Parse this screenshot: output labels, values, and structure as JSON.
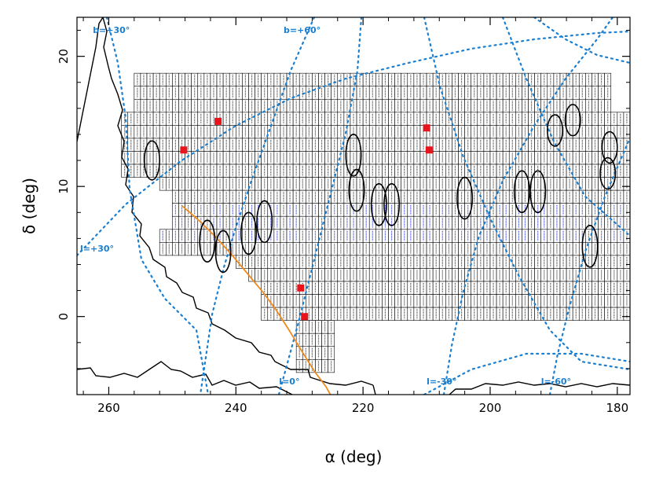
{
  "chart_data": {
    "type": "scatter",
    "xlabel": "α (deg)",
    "ylabel": "δ (deg)",
    "xlim": [
      265,
      178
    ],
    "ylim": [
      -6,
      23
    ],
    "xticks": [
      260,
      240,
      220,
      200,
      180
    ],
    "yticks": [
      0,
      10,
      20
    ],
    "x_tick_labels": [
      "260",
      "240",
      "220",
      "200",
      "180"
    ],
    "y_tick_labels": [
      "0",
      "10",
      "20"
    ],
    "galactic_labels": [
      {
        "text": "b=+30°",
        "ra": 262.5,
        "dec": 21.8
      },
      {
        "text": "b=+60°",
        "ra": 232.5,
        "dec": 21.8
      },
      {
        "text": "l=+30°",
        "ra": 264.5,
        "dec": 5.0
      },
      {
        "text": "l=0°",
        "ra": 233.2,
        "dec": -5.2
      },
      {
        "text": "l=-30°",
        "ra": 210.0,
        "dec": -5.2
      },
      {
        "text": "l=-60°",
        "ra": 192.0,
        "dec": -5.2
      }
    ],
    "red_markers": [
      {
        "ra": 242.8,
        "dec": 15.0
      },
      {
        "ra": 248.2,
        "dec": 12.8
      },
      {
        "ra": 210.0,
        "dec": 14.5
      },
      {
        "ra": 209.6,
        "dec": 12.8
      },
      {
        "ra": 229.8,
        "dec": 2.2
      },
      {
        "ra": 229.2,
        "dec": 0.0
      }
    ],
    "ellipses": [
      {
        "ra": 253.2,
        "dec": 12.0,
        "rra": 1.2,
        "rdec": 1.5
      },
      {
        "ra": 244.5,
        "dec": 5.8,
        "rra": 1.2,
        "rdec": 1.6
      },
      {
        "ra": 242.0,
        "dec": 5.0,
        "rra": 1.2,
        "rdec": 1.6
      },
      {
        "ra": 238.0,
        "dec": 6.4,
        "rra": 1.2,
        "rdec": 1.6
      },
      {
        "ra": 235.5,
        "dec": 7.3,
        "rra": 1.2,
        "rdec": 1.6
      },
      {
        "ra": 221.5,
        "dec": 12.4,
        "rra": 1.2,
        "rdec": 1.6
      },
      {
        "ra": 221.0,
        "dec": 9.7,
        "rra": 1.2,
        "rdec": 1.6
      },
      {
        "ra": 217.5,
        "dec": 8.6,
        "rra": 1.2,
        "rdec": 1.6
      },
      {
        "ra": 215.5,
        "dec": 8.6,
        "rra": 1.2,
        "rdec": 1.6
      },
      {
        "ra": 204.0,
        "dec": 9.1,
        "rra": 1.2,
        "rdec": 1.6
      },
      {
        "ra": 195.0,
        "dec": 9.6,
        "rra": 1.2,
        "rdec": 1.6
      },
      {
        "ra": 192.5,
        "dec": 9.6,
        "rra": 1.2,
        "rdec": 1.6
      },
      {
        "ra": 189.8,
        "dec": 14.3,
        "rra": 1.2,
        "rdec": 1.2
      },
      {
        "ra": 187.0,
        "dec": 15.1,
        "rra": 1.2,
        "rdec": 1.2
      },
      {
        "ra": 184.3,
        "dec": 5.4,
        "rra": 1.2,
        "rdec": 1.6
      },
      {
        "ra": 181.2,
        "dec": 13.0,
        "rra": 1.2,
        "rdec": 1.2
      },
      {
        "ra": 181.5,
        "dec": 11.0,
        "rra": 1.2,
        "rdec": 1.2
      }
    ],
    "survey_footprint_rows": [
      {
        "dec": 18.2,
        "ra_start": 256.0,
        "ra_end": 181.5
      },
      {
        "dec": 17.2,
        "ra_start": 256.0,
        "ra_end": 181.5
      },
      {
        "dec": 16.2,
        "ra_start": 256.0,
        "ra_end": 181.5
      },
      {
        "dec": 15.2,
        "ra_start": 258.0,
        "ra_end": 178.5
      },
      {
        "dec": 14.2,
        "ra_start": 258.0,
        "ra_end": 178.5
      },
      {
        "dec": 13.2,
        "ra_start": 258.0,
        "ra_end": 178.5
      },
      {
        "dec": 12.2,
        "ra_start": 258.0,
        "ra_end": 178.5
      },
      {
        "dec": 11.2,
        "ra_start": 258.0,
        "ra_end": 178.5
      },
      {
        "dec": 10.2,
        "ra_start": 252.0,
        "ra_end": 178.5
      },
      {
        "dec": 9.2,
        "ra_start": 250.0,
        "ra_end": 178.5
      },
      {
        "dec": 8.2,
        "ra_start": 250.0,
        "ra_end": 178.5
      },
      {
        "dec": 7.2,
        "ra_start": 250.0,
        "ra_end": 178.5
      },
      {
        "dec": 6.2,
        "ra_start": 252.0,
        "ra_end": 178.5
      },
      {
        "dec": 5.2,
        "ra_start": 252.0,
        "ra_end": 178.5
      },
      {
        "dec": 4.2,
        "ra_start": 240.0,
        "ra_end": 178.5
      },
      {
        "dec": 3.2,
        "ra_start": 238.0,
        "ra_end": 178.5
      },
      {
        "dec": 2.2,
        "ra_start": 236.0,
        "ra_end": 178.5
      },
      {
        "dec": 1.2,
        "ra_start": 236.0,
        "ra_end": 178.5
      },
      {
        "dec": 0.2,
        "ra_start": 236.0,
        "ra_end": 178.5
      },
      {
        "dec": -0.8,
        "ra_start": 230.5,
        "ra_end": 225.0
      },
      {
        "dec": -1.8,
        "ra_start": 230.5,
        "ra_end": 225.0
      },
      {
        "dec": -2.8,
        "ra_start": 230.5,
        "ra_end": 225.0
      },
      {
        "dec": -3.8,
        "ra_start": 230.5,
        "ra_end": 225.0
      }
    ],
    "colors": {
      "grid_lines": "#1a7fd0",
      "ecliptic": "#f08a1c",
      "markers": "#e8141b",
      "contour": "#000000",
      "footprint": "#000000",
      "blue_fields": "#1a2be0"
    }
  }
}
